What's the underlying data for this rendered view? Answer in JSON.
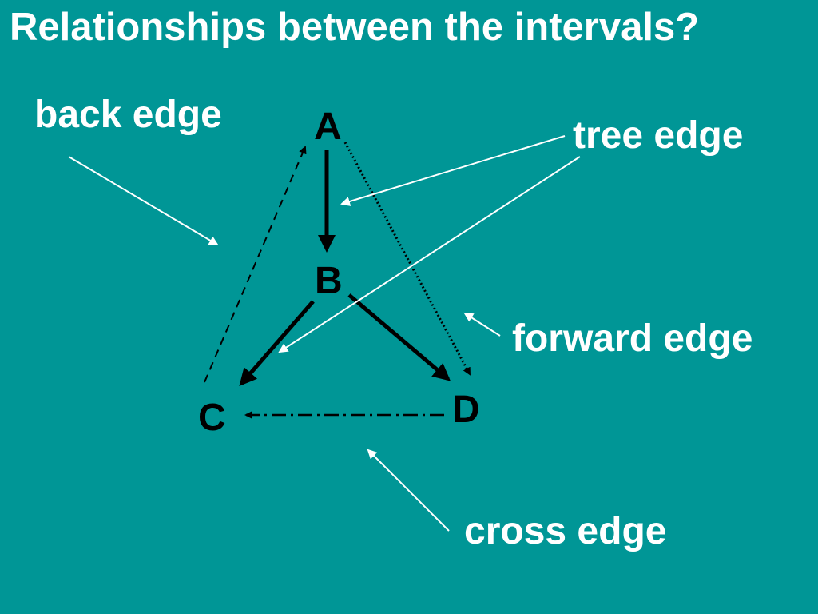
{
  "title": "Relationships between the intervals?",
  "nodes": {
    "a": "A",
    "b": "B",
    "c": "C",
    "d": "D"
  },
  "labels": {
    "back_edge": "back edge",
    "tree_edge": "tree edge",
    "forward_edge": "forward edge",
    "cross_edge": "cross edge"
  },
  "colors": {
    "background": "#009696",
    "text": "#ffffff",
    "edges": "#000000",
    "pointers": "#ffffff"
  }
}
